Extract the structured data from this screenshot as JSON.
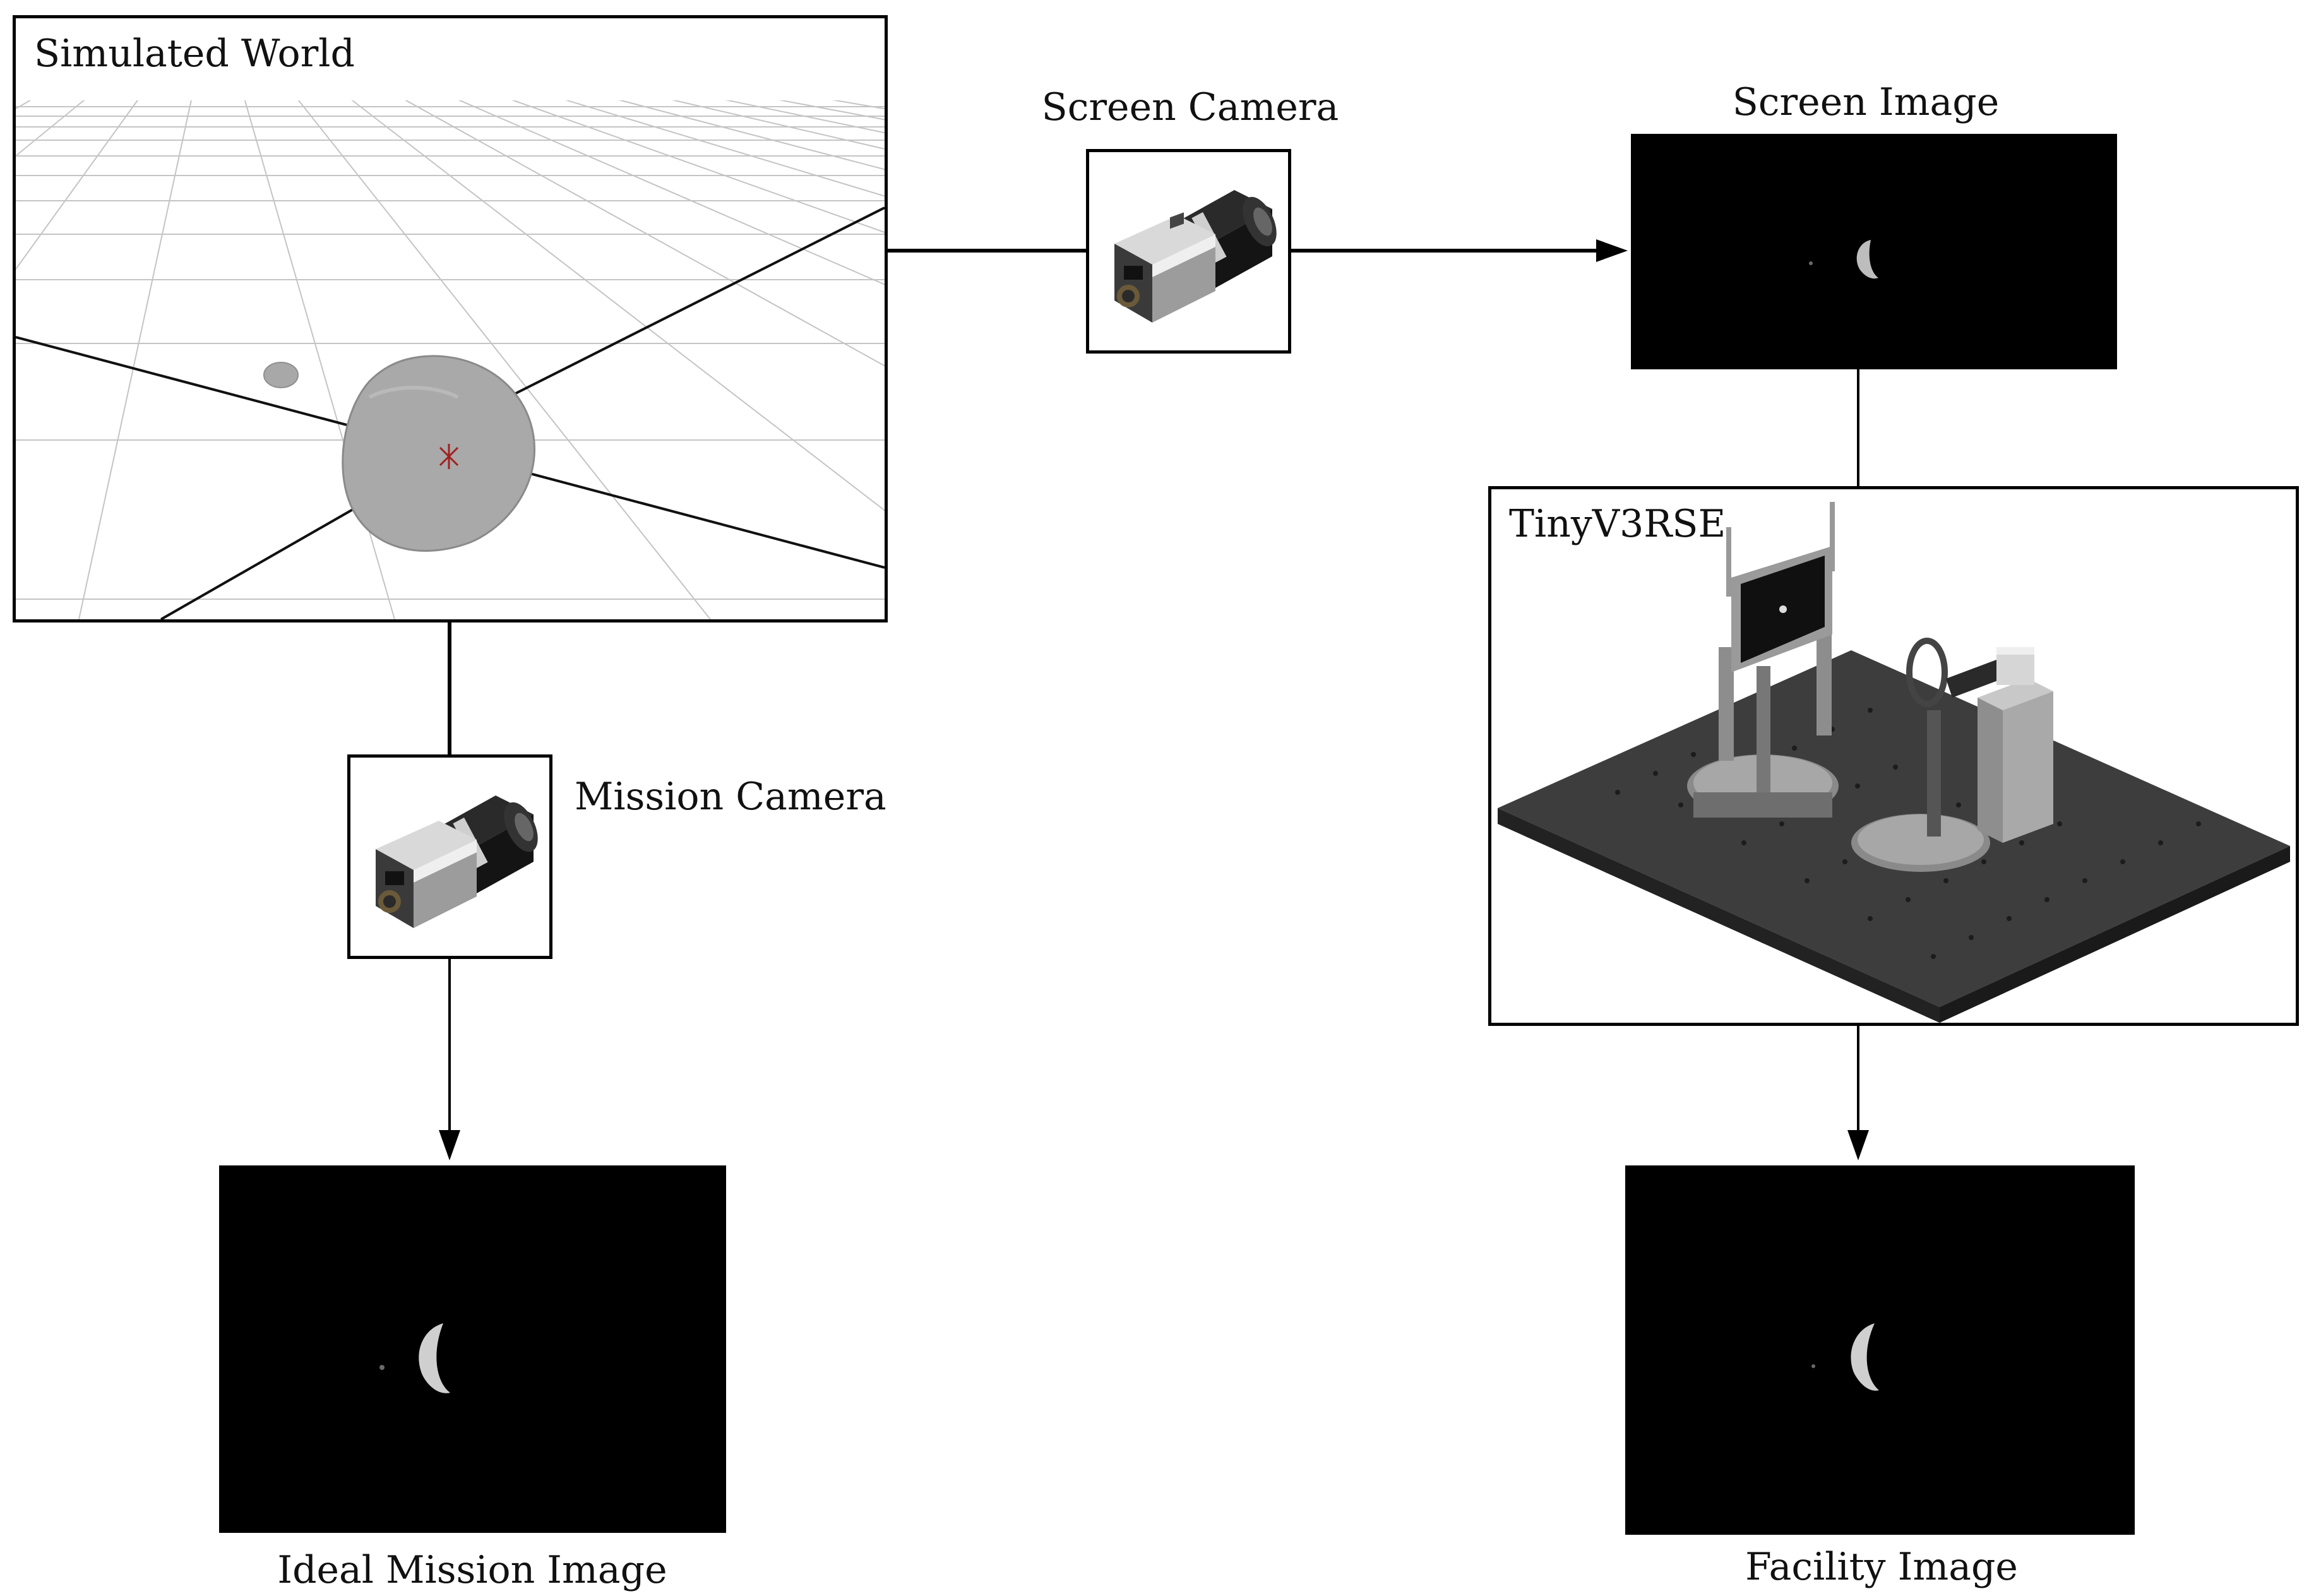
{
  "simulated_world": {
    "title": "Simulated World"
  },
  "screen_camera": {
    "label": "Screen Camera"
  },
  "screen_image": {
    "label": "Screen Image"
  },
  "mission_camera": {
    "label": "Mission Camera"
  },
  "tiny_facility": {
    "title": "TinyV3RSE"
  },
  "ideal_mission_image": {
    "label": "Ideal Mission Image"
  },
  "facility_image": {
    "label": "Facility Image"
  },
  "icons": {
    "camera": "industrial-camera-icon",
    "asteroid": "asteroid-icon",
    "moonlet": "moonlet-icon",
    "optical_bench": "optical-bench-icon"
  },
  "colors": {
    "frame": "#000000",
    "image_background": "#000000",
    "grid": "#b8b8b8",
    "asteroid": "#a9a9a9"
  }
}
